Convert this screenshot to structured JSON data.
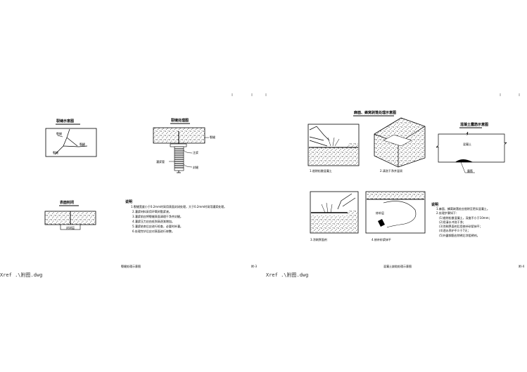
{
  "left_sheet": {
    "fig1_title": "裂缝示意图",
    "fig1_labels": [
      "裂缝",
      "裂缝",
      "裂缝"
    ],
    "fig2_title": "裂缝处理图",
    "fig2_labels": [
      "裂缝",
      "注浆",
      "灌浆管",
      "封缝"
    ],
    "fig3_title": "表面封闭",
    "fig3_label": "封闭层",
    "notes_title": "说明",
    "notes": [
      "1.裂缝宽度小于0.2mm时采用表面封闭处理，大于0.2mm时采用灌浆处理。",
      "2.灌浆材料采用环氧树脂浆液。",
      "3.灌浆前应将裂缝表面清理干净并封缝。",
      "4.灌浆压力应由低到高逐渐增加。",
      "5.灌浆结束后应进行检查，必要时补灌。",
      "6.处理完毕后应对表面进行修整。"
    ],
    "footer_title": "裂缝处理示意图",
    "sheet_no": "附-3"
  },
  "right_sheet": {
    "main_title": "麻面、蜂窝剥落处理示意图",
    "fig1_caption": "1.凿除松散混凝土",
    "fig2_caption": "2.清洗干净并湿润",
    "fig3_title": "混凝土露筋示意图",
    "fig3_inner": "混凝土",
    "fig3_label": "露筋",
    "fig4_caption": "3.涂刷界面剂",
    "fig5_caption": "4.修补砂浆抹平",
    "fig5_label": "修补层",
    "notes_title": "说明",
    "notes": [
      "1.麻面、蜂窝剥落处应凿除至密实混凝土。",
      "2.处理步骤如下：",
      "(1)凿除松散混凝土，深度不小于10mm；",
      "(2)用清水冲洗干净；",
      "(3)涂刷界面剂后用修补砂浆抹平；",
      "(4)洒水养护不少于7天；",
      "(5)外露钢筋应除锈后涂阻锈剂。"
    ],
    "footer_title": "混凝土缺陷处理示意图",
    "sheet_no": "附-4"
  },
  "xref_left": "Xref .\\附图.dwg",
  "xref_right": "Xref .\\附图.dwg"
}
